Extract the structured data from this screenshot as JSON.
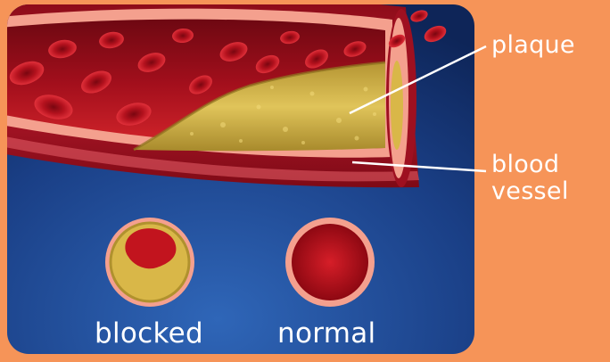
{
  "labels": {
    "plaque": "plaque",
    "blood_vessel_line1": "blood",
    "blood_vessel_line2": "vessel"
  },
  "captions": {
    "blocked": "blocked",
    "normal": "normal"
  },
  "colors": {
    "background": "#F69458",
    "panel_dark": "#0F2B63",
    "panel_light": "#2B5FB0",
    "vessel_wall": "#A0101F",
    "vessel_lining": "#F4A08E",
    "blood": "#C2141E",
    "plaque": "#D9B748"
  }
}
